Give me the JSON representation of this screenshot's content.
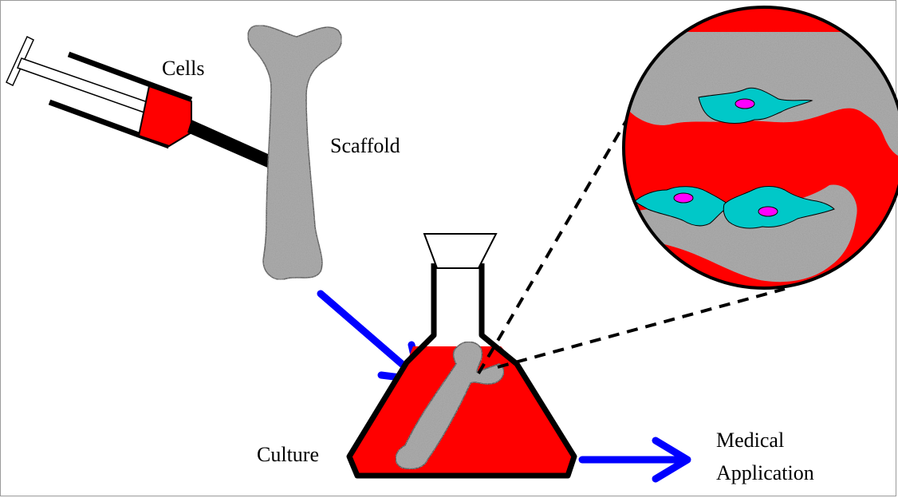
{
  "labels": {
    "cells": "Cells",
    "scaffold": "Scaffold",
    "culture": "Culture",
    "medical_line1": "Medical",
    "medical_line2": "Application"
  },
  "colors": {
    "medium": "#ff0000",
    "scaffold": "#a9a9a9",
    "cell": "#00c8c8",
    "nucleus": "#ff00ff",
    "arrow": "#0000ff",
    "outline": "#000000"
  }
}
